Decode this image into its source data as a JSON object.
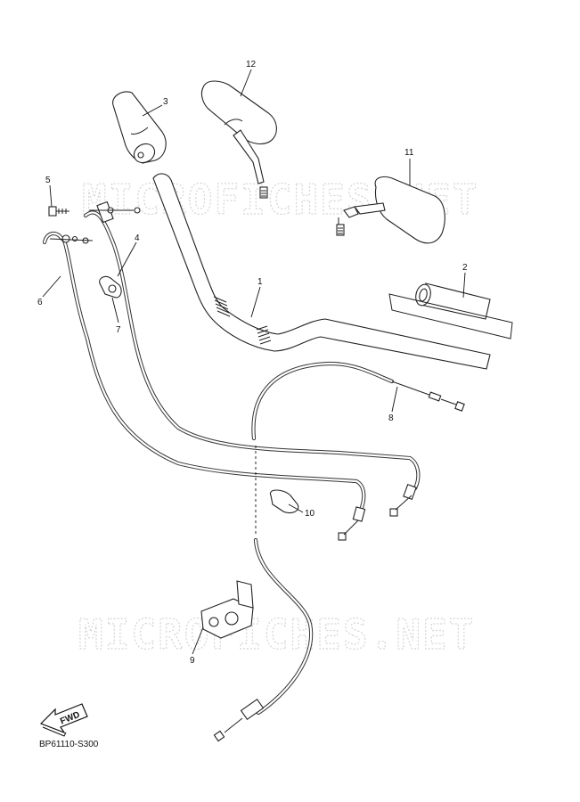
{
  "watermark": "MICROFICHES.NET",
  "diagram_code": "BP61110-S300",
  "fwd_label": "FWD",
  "callouts": [
    {
      "id": "1",
      "label": "1"
    },
    {
      "id": "2",
      "label": "2"
    },
    {
      "id": "3",
      "label": "3"
    },
    {
      "id": "4",
      "label": "4"
    },
    {
      "id": "5",
      "label": "5"
    },
    {
      "id": "6",
      "label": "6"
    },
    {
      "id": "7",
      "label": "7"
    },
    {
      "id": "8",
      "label": "8"
    },
    {
      "id": "9",
      "label": "9"
    },
    {
      "id": "10",
      "label": "10"
    },
    {
      "id": "11",
      "label": "11"
    },
    {
      "id": "12",
      "label": "12"
    }
  ]
}
